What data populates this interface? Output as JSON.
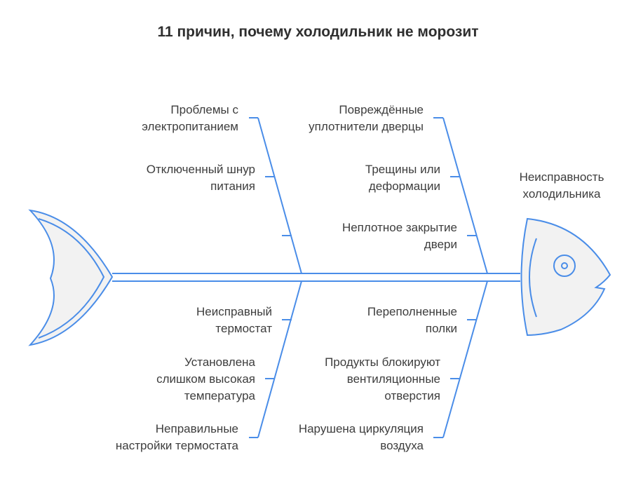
{
  "title": "11 причин, почему холодильник не морозит",
  "head_label": "Неисправность\nхолодильника",
  "causes": {
    "top_left": [
      "Проблемы с\nэлектропитанием",
      "Отключенный шнур\nпитания"
    ],
    "top_right": [
      "Повреждённые\nуплотнители дверцы",
      "Трещины или\nдеформации",
      "Неплотное закрытие\nдвери"
    ],
    "bottom_left": [
      "Неисправный\nтермостат",
      "Установлена\nслишком высокая\nтемпература",
      "Неправильные\nнастройки термостата"
    ],
    "bottom_right": [
      "Переполненные\nполки",
      "Продукты блокируют\nвентиляционные\nотверстия",
      "Нарушена циркуляция\nвоздуха"
    ]
  },
  "colors": {
    "line": "#4a8de8",
    "fish_fill": "#f2f2f2",
    "text": "#3d3d3d"
  }
}
